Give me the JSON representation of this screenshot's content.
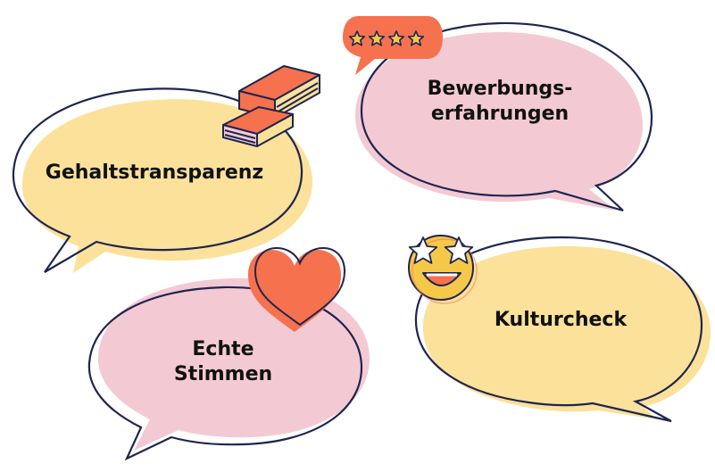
{
  "bubbles": {
    "gehalt": {
      "label": "Gehaltstransparenz"
    },
    "bewerbung": {
      "line1": "Bewerbungs-",
      "line2": "erfahrungen"
    },
    "echte": {
      "line1": "Echte",
      "line2": "Stimmen"
    },
    "kultur": {
      "label": "Kulturcheck"
    }
  },
  "icons": {
    "rating_stars": 4,
    "money": "money-stack-icon",
    "heart": "heart-icon",
    "emoji": "star-struck-emoji-icon"
  },
  "colors": {
    "yellow": "#FCE19A",
    "pink": "#F3CAD3",
    "coral": "#F6714E",
    "outline": "#1E2550",
    "star": "#F5C84A"
  }
}
